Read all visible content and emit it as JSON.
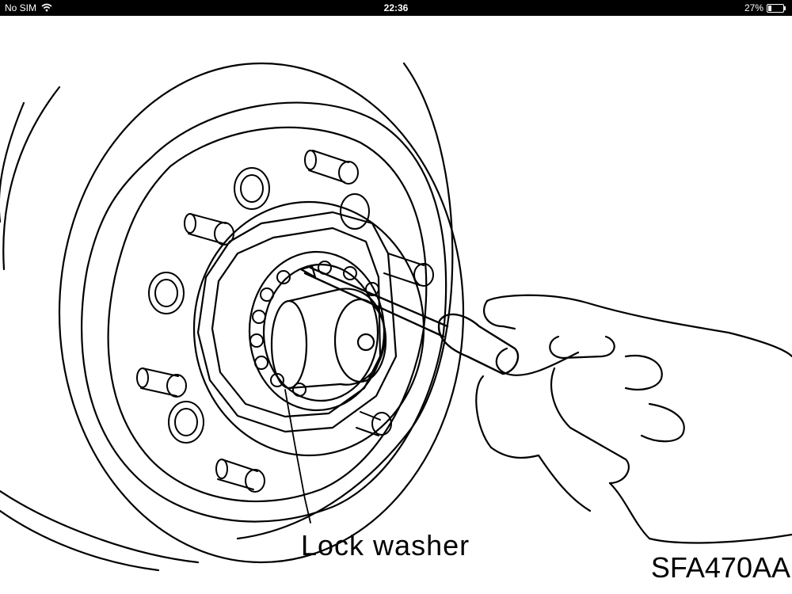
{
  "status_bar": {
    "carrier": "No SIM",
    "time": "22:36",
    "battery_percent_text": "27%",
    "battery_level": 0.27
  },
  "figure": {
    "callout_label": "Lock washer",
    "figure_code": "SFA470AA"
  }
}
